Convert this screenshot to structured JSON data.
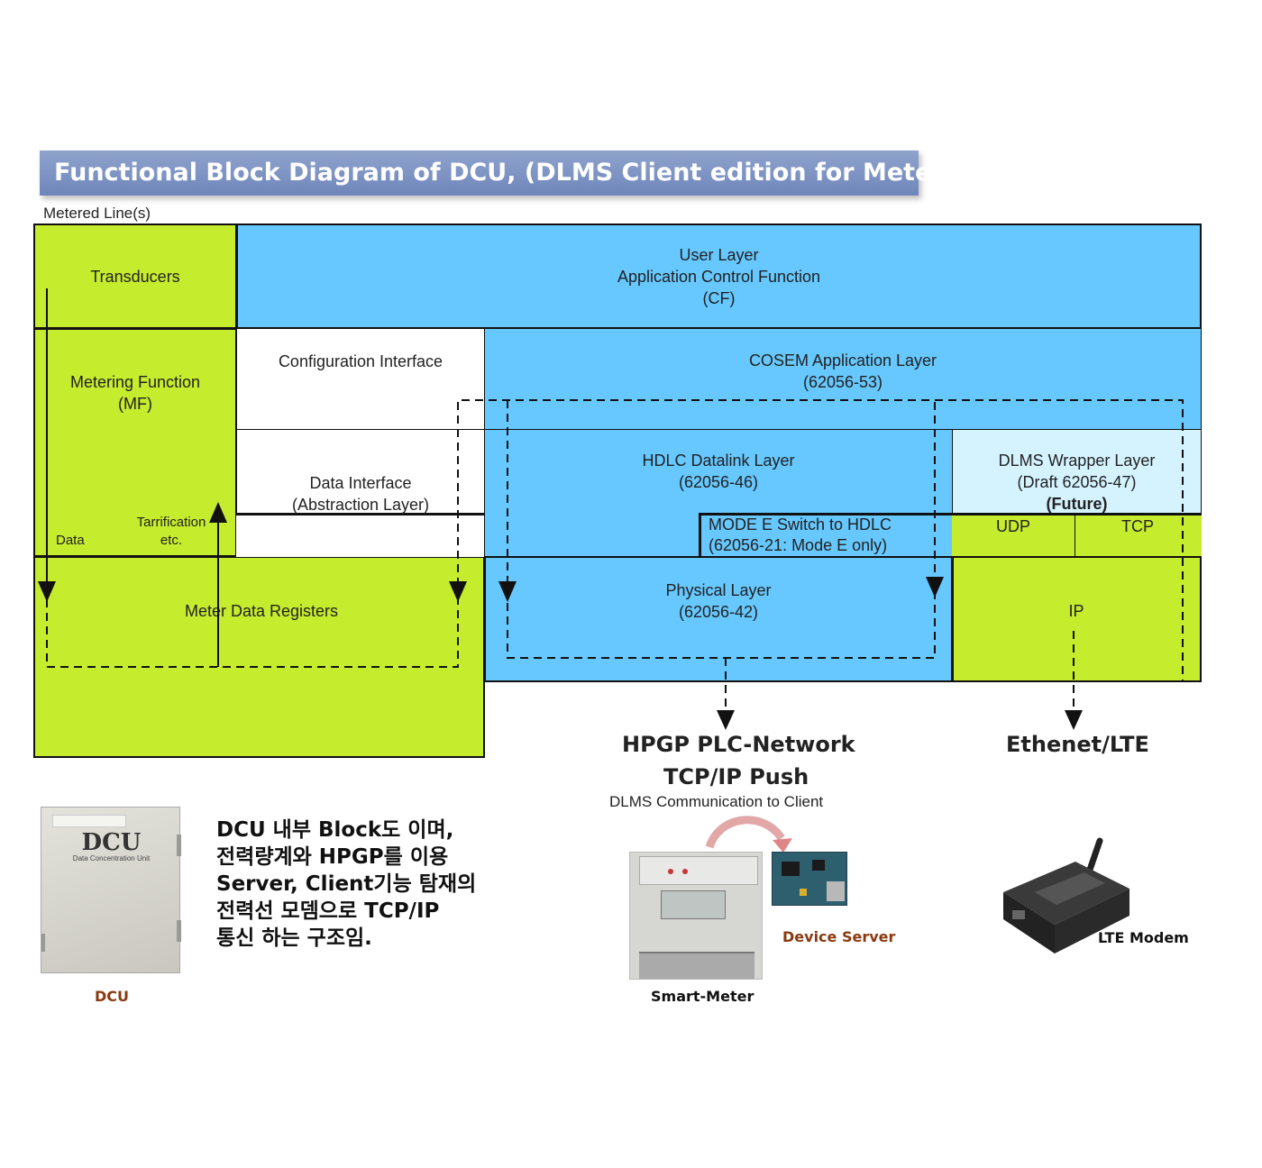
{
  "title": "Functional Block Diagram of DCU, (DLMS Client edition for Meters)",
  "metered_lines": "Metered Line(s)",
  "blocks": {
    "transducers": "Transducers",
    "user_layer": [
      "User Layer",
      "Application Control Function",
      "(CF)"
    ],
    "metering_function": [
      "Metering Function",
      "(MF)"
    ],
    "config_interface": "Configuration Interface",
    "cosem_layer": [
      "COSEM Application Layer",
      "(62056-53)"
    ],
    "data_interface": [
      "Data Interface",
      "(Abstraction Layer)"
    ],
    "hdlc_layer": [
      "HDLC Datalink Layer",
      "(62056-46)"
    ],
    "dlms_wrapper": [
      "DLMS Wrapper Layer",
      "(Draft 62056-47)",
      "(Future)"
    ],
    "tarrification": [
      "Tarrification",
      "etc."
    ],
    "data": "Data",
    "mode_e": [
      "MODE E Switch to HDLC",
      "(62056-21: Mode E only)"
    ],
    "udp": "UDP",
    "tcp": "TCP",
    "meter_data_registers": "Meter Data Registers",
    "physical_layer": [
      "Physical Layer",
      "(62056-42)"
    ],
    "ip": "IP"
  },
  "networks": {
    "hpgp": "HPGP PLC-Network",
    "tcpip": "TCP/IP Push",
    "dlms_comm": "DLMS Communication to Client",
    "ethernet": "Ethenet/LTE"
  },
  "dcu_photo": {
    "title": "DCU",
    "subtitle": "Data Concentration Unit"
  },
  "description": "DCU 내부 Block도 이며,\n전력량계와 HPGP를 이용\nServer, Client기능 탐재의\n전력선 모뎀으로 TCP/IP\n통신 하는 구조임.",
  "captions": {
    "dcu": "DCU",
    "smart_meter": "Smart-Meter",
    "device_server": "Device Server",
    "lte_modem": "LTE Modem"
  },
  "colors": {
    "green": "#c6ec2e",
    "blue": "#66c8ff",
    "light_blue": "#d4f3ff",
    "white": "#ffffff",
    "banner": "#7b90c3",
    "caption_brown": "#8a3a10"
  }
}
